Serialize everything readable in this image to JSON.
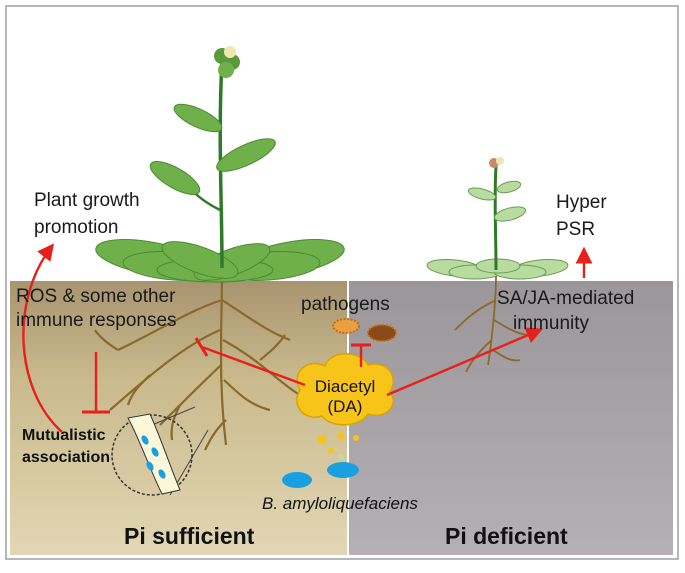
{
  "labels": {
    "plant_growth_line1": "Plant growth",
    "plant_growth_line2": "promotion",
    "hyper_line1": "Hyper",
    "hyper_line2": "PSR",
    "ros_line1": "ROS & some other",
    "ros_line2": "immune responses",
    "pathogens": "pathogens",
    "sa_ja_line1": "SA/JA-mediated",
    "sa_ja_line2": "immunity",
    "diacetyl_line1": "Diacetyl",
    "diacetyl_line2": "(DA)",
    "mutualistic_line1": "Mutualistic",
    "mutualistic_line2": "association",
    "bacterium": "B. amyloliquefaciens",
    "pi_sufficient": "Pi sufficient",
    "pi_deficient": "Pi deficient"
  },
  "colors": {
    "arrow_red": "#e8201c",
    "soil_left": "#c8b88a",
    "soil_right": "#a8a4a8",
    "leaf_green": "#6fb04a",
    "leaf_pale": "#b8dca0",
    "stem_green": "#2f7a2a",
    "root_brown": "#8a6a2a",
    "diacetyl_yellow": "#f7c51a",
    "bacteria_blue": "#1aa0e0",
    "pathogen_orange": "#e07a20"
  },
  "icons": [
    "flower-icon",
    "pathogen-icon",
    "bacterium-icon",
    "diacetyl-cloud-icon",
    "root-cell-icon"
  ]
}
